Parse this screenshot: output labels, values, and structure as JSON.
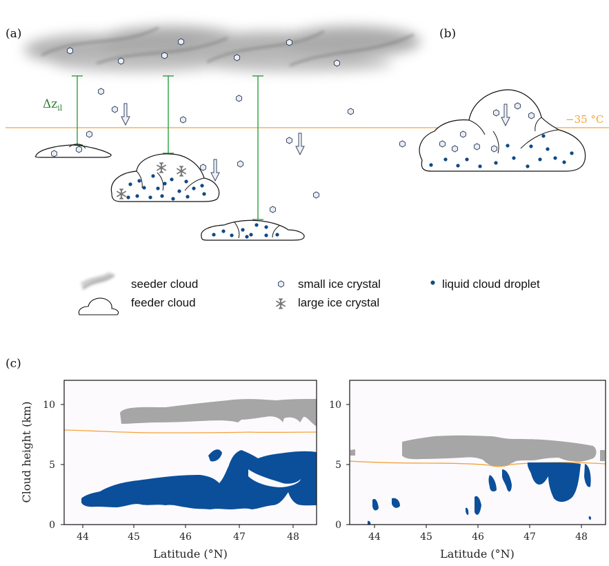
{
  "panels": {
    "a": "(a)",
    "b": "(b)",
    "c": "(c)"
  },
  "diagram": {
    "dz_label": "Δz",
    "dz_subscript": "il",
    "temp_label": "−35 °C",
    "colors": {
      "temperature_line": "#f2a33a",
      "distance_bar": "#2e9e3f",
      "droplet": "#0b4b8c",
      "seeder_cloud": "#9a9a9a",
      "liquid_cloud_region": "#0b4f9a",
      "ice_cloud_region": "#a6a6a6"
    },
    "icons": {
      "small_ice": "hexagon-icon",
      "large_ice": "snowflake-icon",
      "droplet": "dot-icon",
      "arrow": "down-arrow-icon"
    }
  },
  "legend": {
    "seeder": "seeder cloud",
    "feeder": "feeder cloud",
    "small_ice": "small ice crystal",
    "large_ice": "large ice crystal",
    "droplet": "liquid cloud droplet"
  },
  "chart_data": [
    {
      "type": "area",
      "xlabel": "Latitude (°N)",
      "ylabel": "Cloud height (km)",
      "xlim": [
        43.5,
        48.5
      ],
      "ylim": [
        0,
        12
      ],
      "x_ticks": [
        "44",
        "45",
        "46",
        "47",
        "48"
      ],
      "y_ticks": [
        "0",
        "5",
        "10"
      ],
      "isotherm_km": 7.8,
      "ice_layer_km": [
        8.5,
        10.3
      ],
      "liquid_layer_km": [
        1.2,
        6.3
      ]
    },
    {
      "type": "area",
      "xlabel": "Latitude (°N)",
      "ylabel": "",
      "xlim": [
        43.5,
        48.5
      ],
      "ylim": [
        0,
        12
      ],
      "x_ticks": [
        "44",
        "45",
        "46",
        "47",
        "48"
      ],
      "y_ticks": [
        "0",
        "5",
        "10"
      ],
      "isotherm_km": 5.1,
      "ice_layer_km": [
        4.7,
        7.5
      ],
      "liquid_layer_km": [
        0.3,
        5.1
      ]
    }
  ]
}
